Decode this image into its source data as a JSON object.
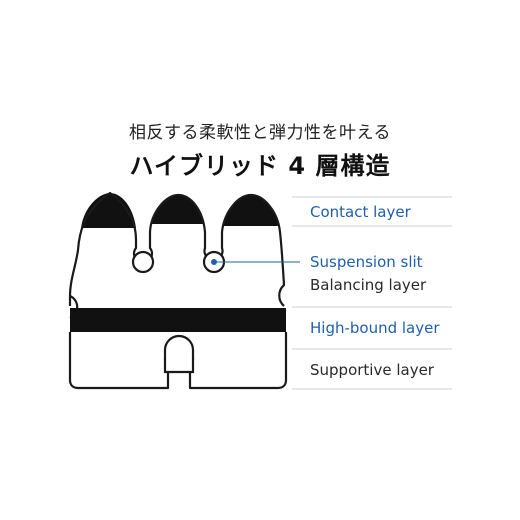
{
  "header": {
    "subtitle": "相反する柔軟性と弾力性を叶える",
    "title": "ハイブリッド 4 層構造"
  },
  "layers": [
    {
      "label": "Contact layer",
      "color": "#1f5fae"
    },
    {
      "label": "Suspension slit",
      "color": "#1f5fae"
    },
    {
      "label": "Balancing layer",
      "color": "#2a2a2a"
    },
    {
      "label": "High-bound layer",
      "color": "#1f5fae"
    },
    {
      "label": "Supportive layer",
      "color": "#2a2a2a"
    }
  ],
  "colors": {
    "accent_blue": "#1f5fae",
    "outline": "#1a1a1a",
    "divider": "#cfcfcf"
  }
}
